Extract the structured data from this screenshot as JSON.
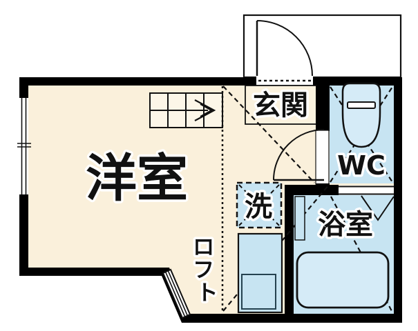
{
  "title": "apartment-floorplan",
  "rooms": {
    "western_room": {
      "label": "洋室"
    },
    "entrance": {
      "label": "玄関"
    },
    "toilet": {
      "label": "WC"
    },
    "bathroom": {
      "label": "浴室"
    },
    "laundry": {
      "label": "洗"
    },
    "loft": {
      "label": "ロフト",
      "chars": [
        "ロ",
        "フ",
        "ト"
      ]
    }
  },
  "icons": [
    "entrance-door-swing-icon",
    "interior-door-swing-icon",
    "folding-door-icon",
    "stairs-icon",
    "toilet-icon",
    "bathtub-icon",
    "sliding-window-icon",
    "corner-window-icon",
    "washing-machine-space-icon",
    "vanity-unit-icon"
  ],
  "colors": {
    "background": "#ffffff",
    "floor_beige": "#faf0db",
    "wet_area_blue": "#c7e4f2",
    "bathtub_blue": "#d5ebf7",
    "stairs_fill": "#fcf6e8",
    "wall_black": "#000000",
    "line_dark": "#111111"
  }
}
